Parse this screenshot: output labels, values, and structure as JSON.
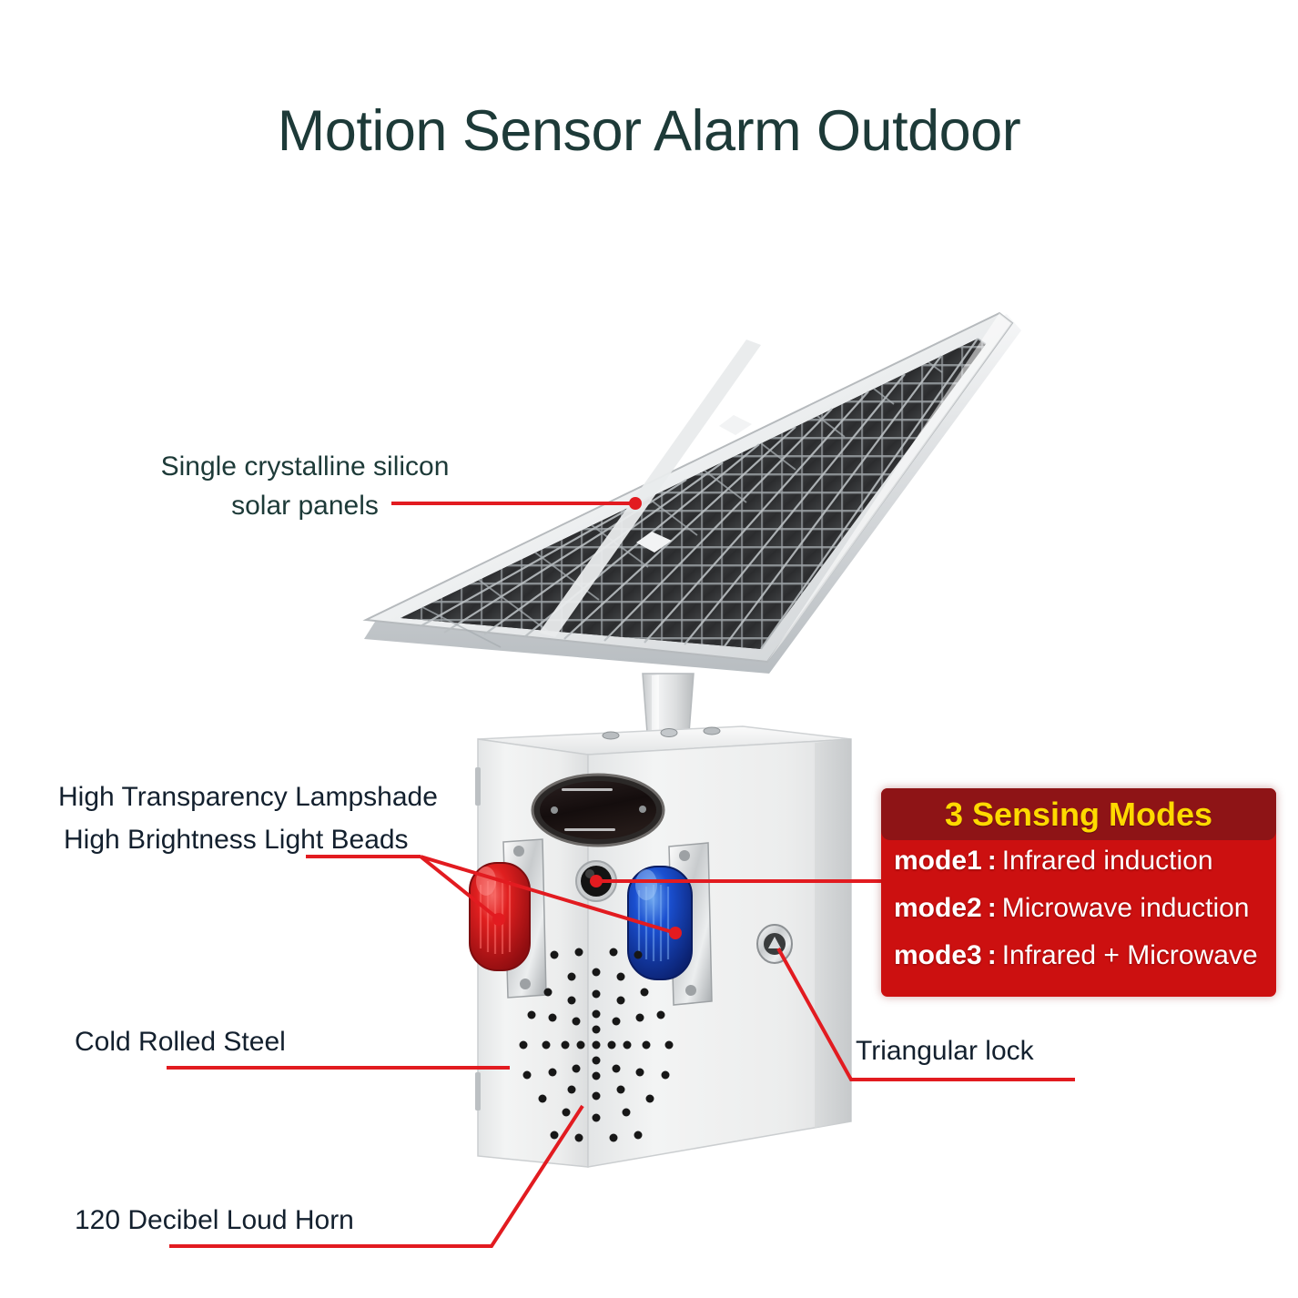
{
  "header": {
    "title": "Motion Sensor Alarm Outdoor",
    "title_color": "#1d3a38"
  },
  "callouts": {
    "solar_panel": {
      "line1": "Single crystalline silicon",
      "line2": "solar panels"
    },
    "lampshade": "High Transparency Lampshade",
    "light_beads": "High Brightness Light Beads",
    "steel": "Cold Rolled Steel",
    "horn": "120 Decibel Loud Horn",
    "lock": "Triangular lock"
  },
  "badge": {
    "header_text": "3 Sensing Modes",
    "header_bg": "#8e1416",
    "header_color": "#ffd900",
    "body_bg": "#cc1010",
    "body_color": "#ffffff",
    "separator": ":",
    "rows": [
      {
        "key": "mode1",
        "value": "Infrared induction"
      },
      {
        "key": "mode2",
        "value": "Microwave induction"
      },
      {
        "key": "mode3",
        "value": "Infrared + Microwave"
      }
    ]
  },
  "product": {
    "leader_color": "#e21b20",
    "parts": [
      "solar-panel",
      "mounting-post",
      "enclosure-box",
      "pir-sensor-window",
      "red-strobe-light",
      "blue-strobe-light",
      "microwave-sensor-eye",
      "triangular-lock",
      "speaker-grille"
    ]
  }
}
